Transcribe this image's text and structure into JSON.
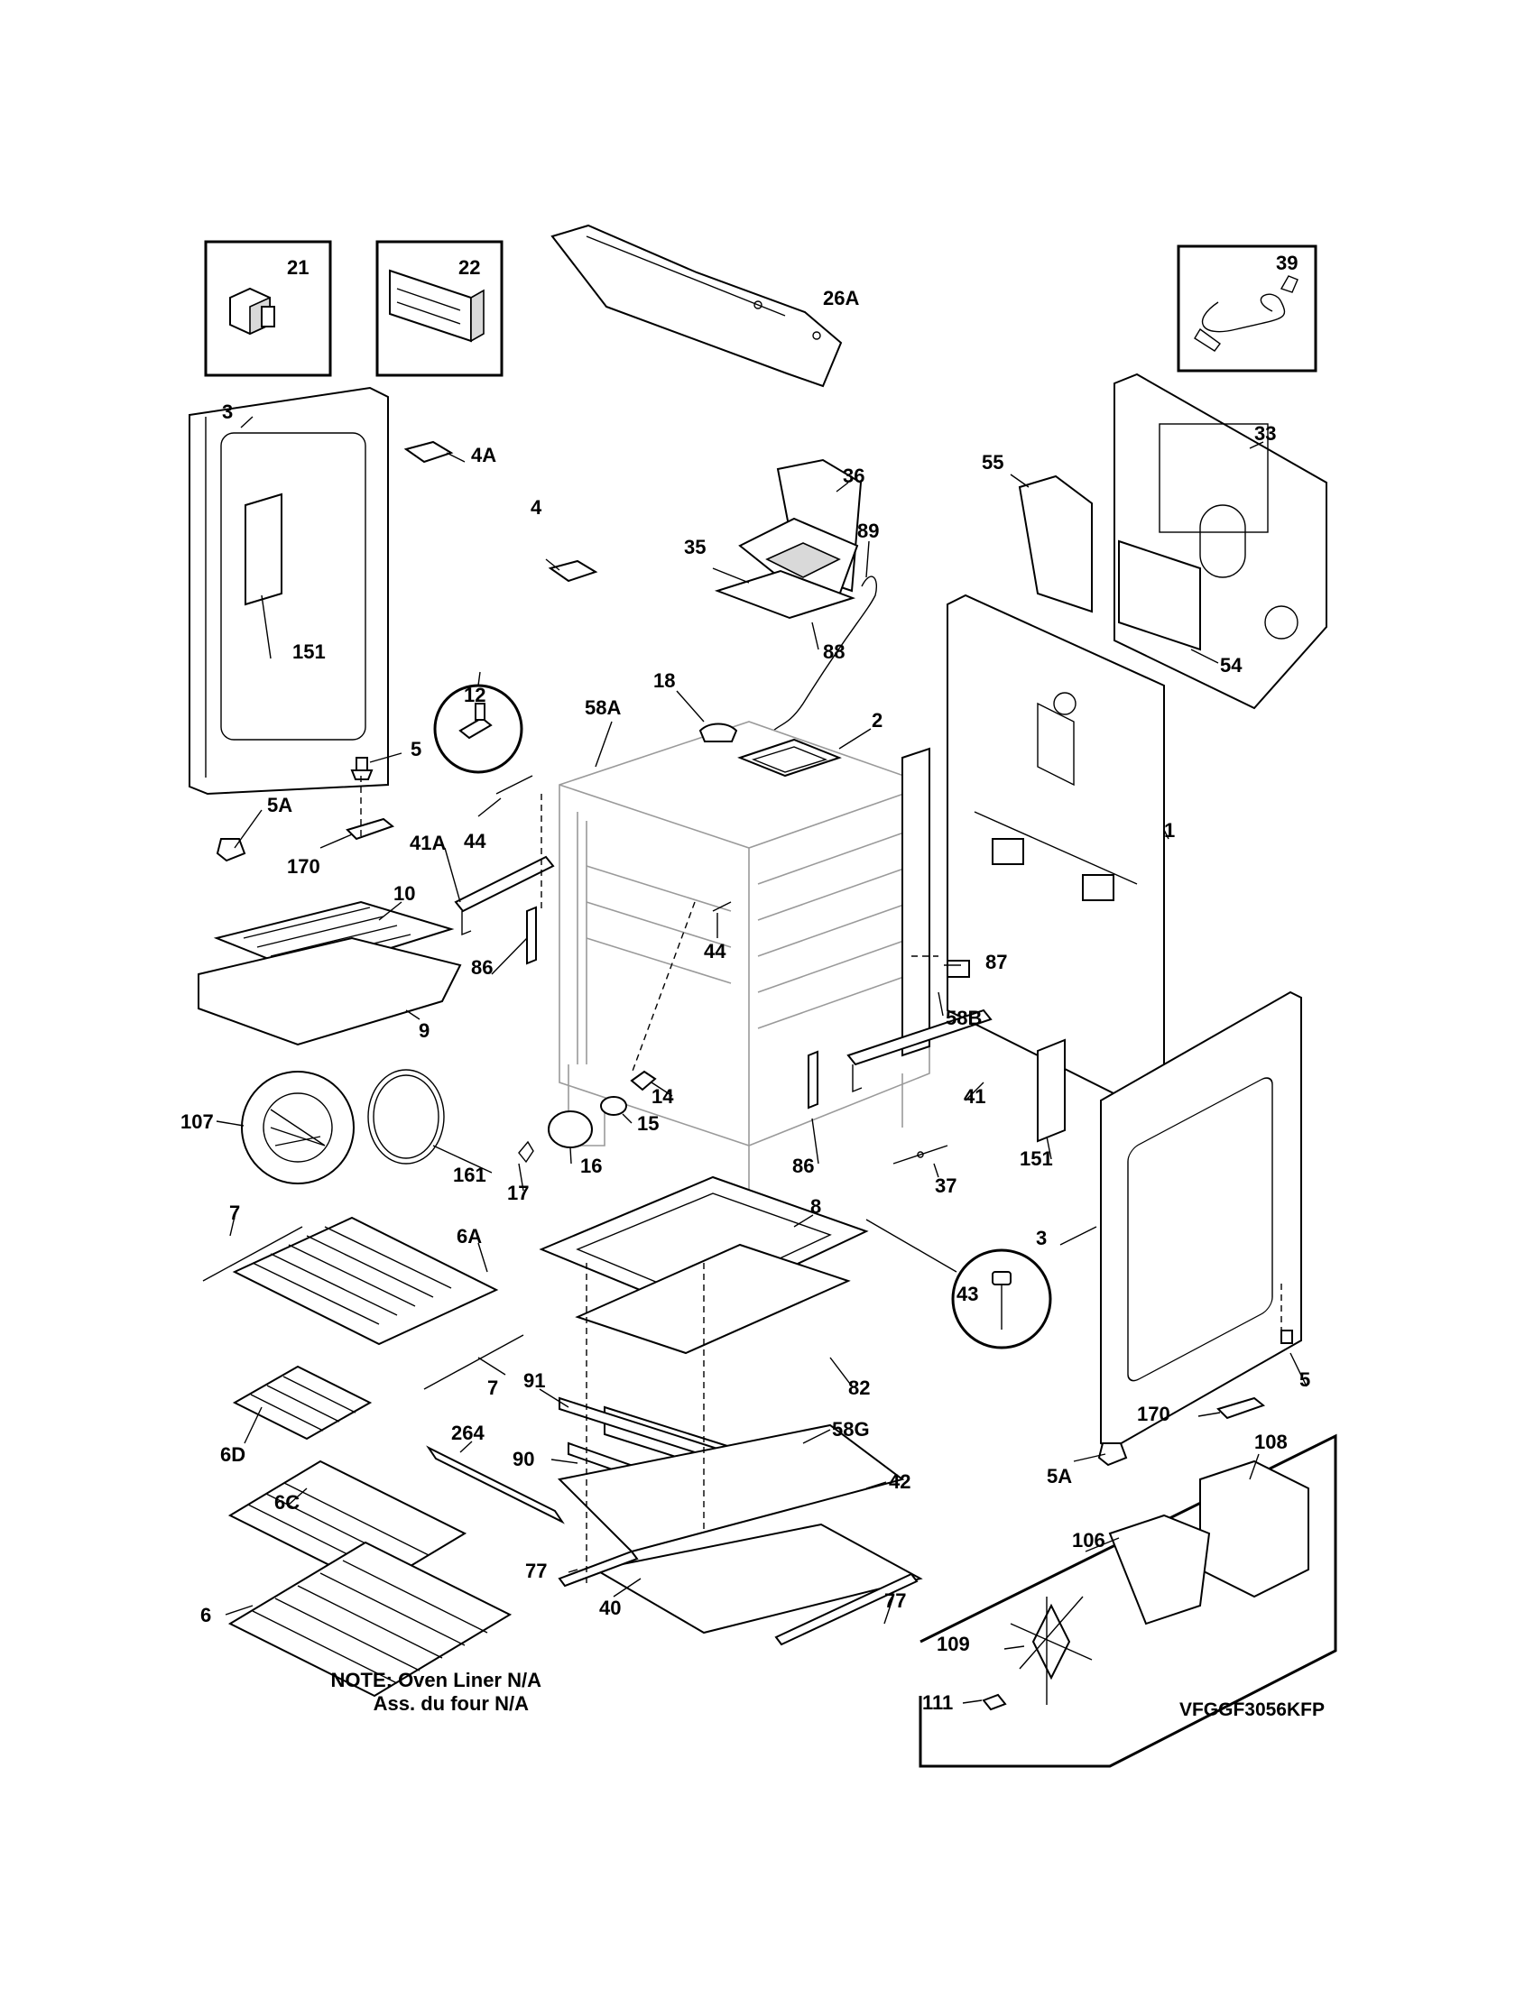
{
  "labels": {
    "p21": "21",
    "p22": "22",
    "p26A": "26A",
    "p39": "39",
    "p3_left": "3",
    "p4A": "4A",
    "p4": "4",
    "p151_left": "151",
    "p36": "36",
    "p35": "35",
    "p89": "89",
    "p88": "88",
    "p33": "33",
    "p55": "55",
    "p54": "54",
    "p12": "12",
    "p58A": "58A",
    "p18": "18",
    "p2": "2",
    "p5_left": "5",
    "p5A_left": "5A",
    "p170_left": "170",
    "p44_a": "44",
    "p41A": "41A",
    "p44_b": "44",
    "p86_a": "86",
    "p1": "1",
    "p87": "87",
    "p58B": "58B",
    "p10": "10",
    "p9": "9",
    "p107": "107",
    "p161": "161",
    "p14": "14",
    "p15": "15",
    "p16": "16",
    "p17": "17",
    "p86_b": "86",
    "p41": "41",
    "p37": "37",
    "p151_right": "151",
    "p3_right": "3",
    "p7_a": "7",
    "p6A": "6A",
    "p7_b": "7",
    "p8": "8",
    "p43": "43",
    "p82": "82",
    "p91": "91",
    "p264": "264",
    "p58G": "58G",
    "p90": "90",
    "p42": "42",
    "p6D": "6D",
    "p6C": "6C",
    "p6": "6",
    "p77_a": "77",
    "p77_b": "77",
    "p40": "40",
    "p5_right": "5",
    "p170_right": "170",
    "p5A_right": "5A",
    "p108": "108",
    "p106": "106",
    "p109": "109",
    "p111": "111"
  },
  "note": {
    "line1": "NOTE: Oven Liner N/A",
    "line2": "Ass. du four N/A"
  },
  "model_code": "VFGGF3056KFP"
}
